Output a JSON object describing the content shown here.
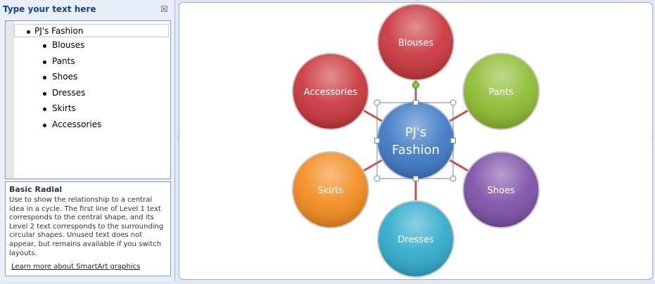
{
  "text_pane": {
    "title": "Type your text here",
    "close_glyph": "☒",
    "items": [
      {
        "label": "PJ's Fashion",
        "level": 1
      },
      {
        "label": "Blouses",
        "level": 2
      },
      {
        "label": "Pants",
        "level": 2
      },
      {
        "label": "Shoes",
        "level": 2
      },
      {
        "label": "Dresses",
        "level": 2
      },
      {
        "label": "Skirts",
        "level": 2
      },
      {
        "label": "Accessories",
        "level": 2
      }
    ]
  },
  "description": {
    "title": "Basic Radial",
    "body": "Use to show the relationship to a central idea in a cycle. The first line of Level 1 text corresponds to the central shape, and its Level 2 text corresponds to the surrounding circular shapes. Unused text does not appear, but remains available if you switch layouts.",
    "link": "Learn more about SmartArt graphics"
  },
  "diagram": {
    "center": {
      "line1": "PJ's",
      "line2": "Fashion",
      "color": "#3b78c4"
    },
    "nodes": [
      {
        "label": "Blouses",
        "color": "#c9343a"
      },
      {
        "label": "Pants",
        "color": "#8cbb2e"
      },
      {
        "label": "Shoes",
        "color": "#7c4fa8"
      },
      {
        "label": "Dresses",
        "color": "#2eaacc"
      },
      {
        "label": "Skirts",
        "color": "#f28a1c"
      },
      {
        "label": "Accessories",
        "color": "#c9343a"
      }
    ],
    "connector_color": "#c9504f",
    "selection_color": "#6b88b5",
    "rotation_handle_color": "#8cc63f"
  }
}
